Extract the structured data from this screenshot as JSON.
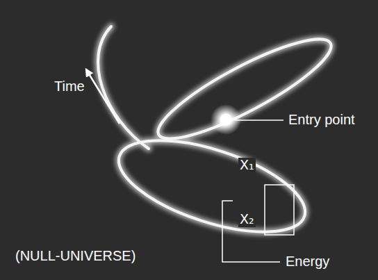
{
  "diagram": {
    "labels": [
      "Time",
      "Entry point",
      "X₁",
      "X₂",
      "Energy",
      "(NULL-UNIVERSE)"
    ]
  }
}
